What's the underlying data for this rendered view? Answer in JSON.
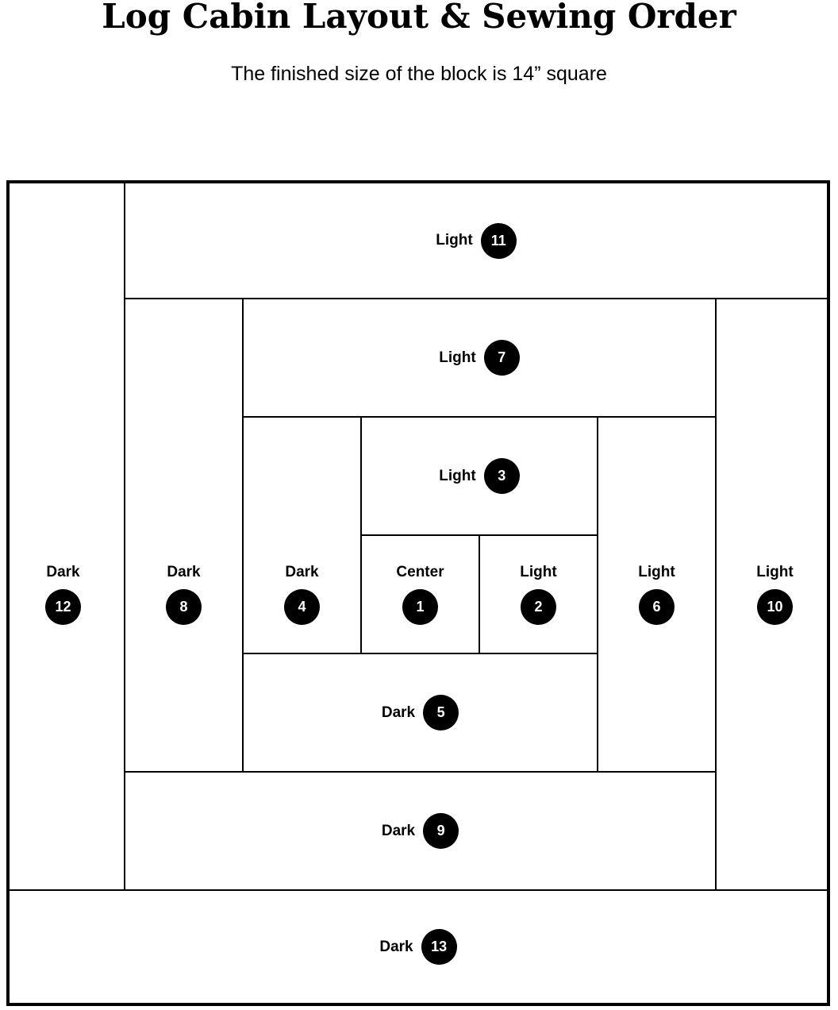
{
  "title": "Log Cabin Layout & Sewing Order",
  "subtitle": "The finished size of the block is 14” square",
  "pieces": [
    {
      "number": "1",
      "shade": "Center"
    },
    {
      "number": "2",
      "shade": "Light"
    },
    {
      "number": "3",
      "shade": "Light"
    },
    {
      "number": "4",
      "shade": "Dark"
    },
    {
      "number": "5",
      "shade": "Dark"
    },
    {
      "number": "6",
      "shade": "Light"
    },
    {
      "number": "7",
      "shade": "Light"
    },
    {
      "number": "8",
      "shade": "Dark"
    },
    {
      "number": "9",
      "shade": "Dark"
    },
    {
      "number": "10",
      "shade": "Light"
    },
    {
      "number": "11",
      "shade": "Light"
    },
    {
      "number": "12",
      "shade": "Dark"
    },
    {
      "number": "13",
      "shade": "Dark"
    }
  ]
}
